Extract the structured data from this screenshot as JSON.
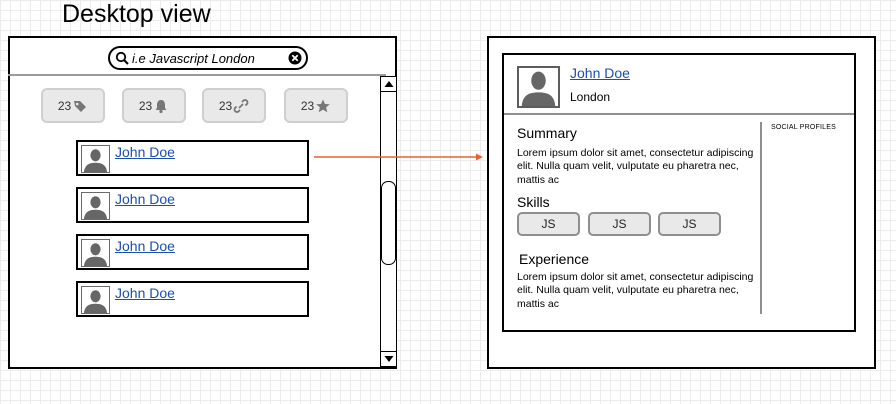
{
  "page": {
    "title": "Desktop view"
  },
  "desktop_view": {
    "search": {
      "placeholder": "i.e Javascript London",
      "value": ""
    },
    "filters": [
      {
        "count": "23",
        "icon": "tag-icon"
      },
      {
        "count": "23",
        "icon": "bell-icon"
      },
      {
        "count": "23",
        "icon": "link-icon"
      },
      {
        "count": "23",
        "icon": "star-icon"
      }
    ],
    "results": [
      {
        "name": "John Doe"
      },
      {
        "name": "John Doe"
      },
      {
        "name": "John Doe"
      },
      {
        "name": "John Doe"
      }
    ]
  },
  "connector": {
    "color": "#e8632a"
  },
  "profile": {
    "name": "John Doe",
    "location": "London",
    "social_profiles_label": "SOCIAL PROFILES",
    "summary": {
      "heading": "Summary",
      "text": "Lorem ipsum dolor sit amet, consectetur adipiscing elit. Nulla quam velit, vulputate eu pharetra nec, mattis ac"
    },
    "skills": {
      "heading": "Skills",
      "items": [
        "JS",
        "JS",
        "JS"
      ]
    },
    "experience": {
      "heading": "Experience",
      "text": "Lorem ipsum dolor sit amet, consectetur adipiscing elit. Nulla quam velit, vulputate eu pharetra nec, mattis ac"
    }
  }
}
